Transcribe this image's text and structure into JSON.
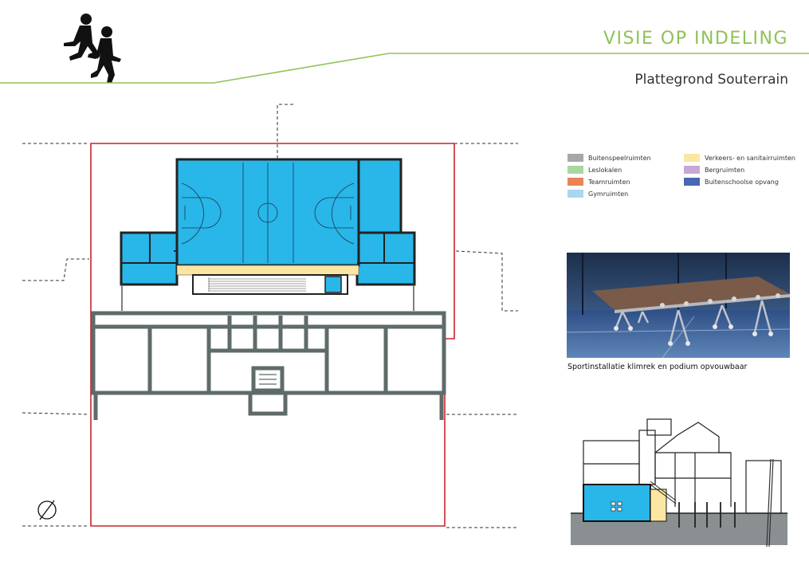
{
  "header": {
    "title": "VISIE OP INDELING",
    "subtitle": "Plattegrond Souterrain"
  },
  "legend": {
    "items": [
      {
        "label": "Buitenspeelruimten",
        "color": "#a7a7a7"
      },
      {
        "label": "Leslokalen",
        "color": "#a8d8a0"
      },
      {
        "label": "Teamruimten",
        "color": "#e8845a"
      },
      {
        "label": "Gymruimten",
        "color": "#a7d8f0"
      },
      {
        "label": "Verkeers- en sanitairruimten",
        "color": "#fbe6a2"
      },
      {
        "label": "Bergruimten",
        "color": "#c7a8d4"
      },
      {
        "label": "Buitenschoolse opvang",
        "color": "#4968b0"
      }
    ]
  },
  "photo": {
    "caption": "Sportinstallatie klimrek en podium opvouwbaar"
  },
  "colors": {
    "accent_green": "#8ec257",
    "gym_blue": "#29b6e8",
    "boundary_red": "#c8242c",
    "wall_gray": "#5f6b6b"
  }
}
